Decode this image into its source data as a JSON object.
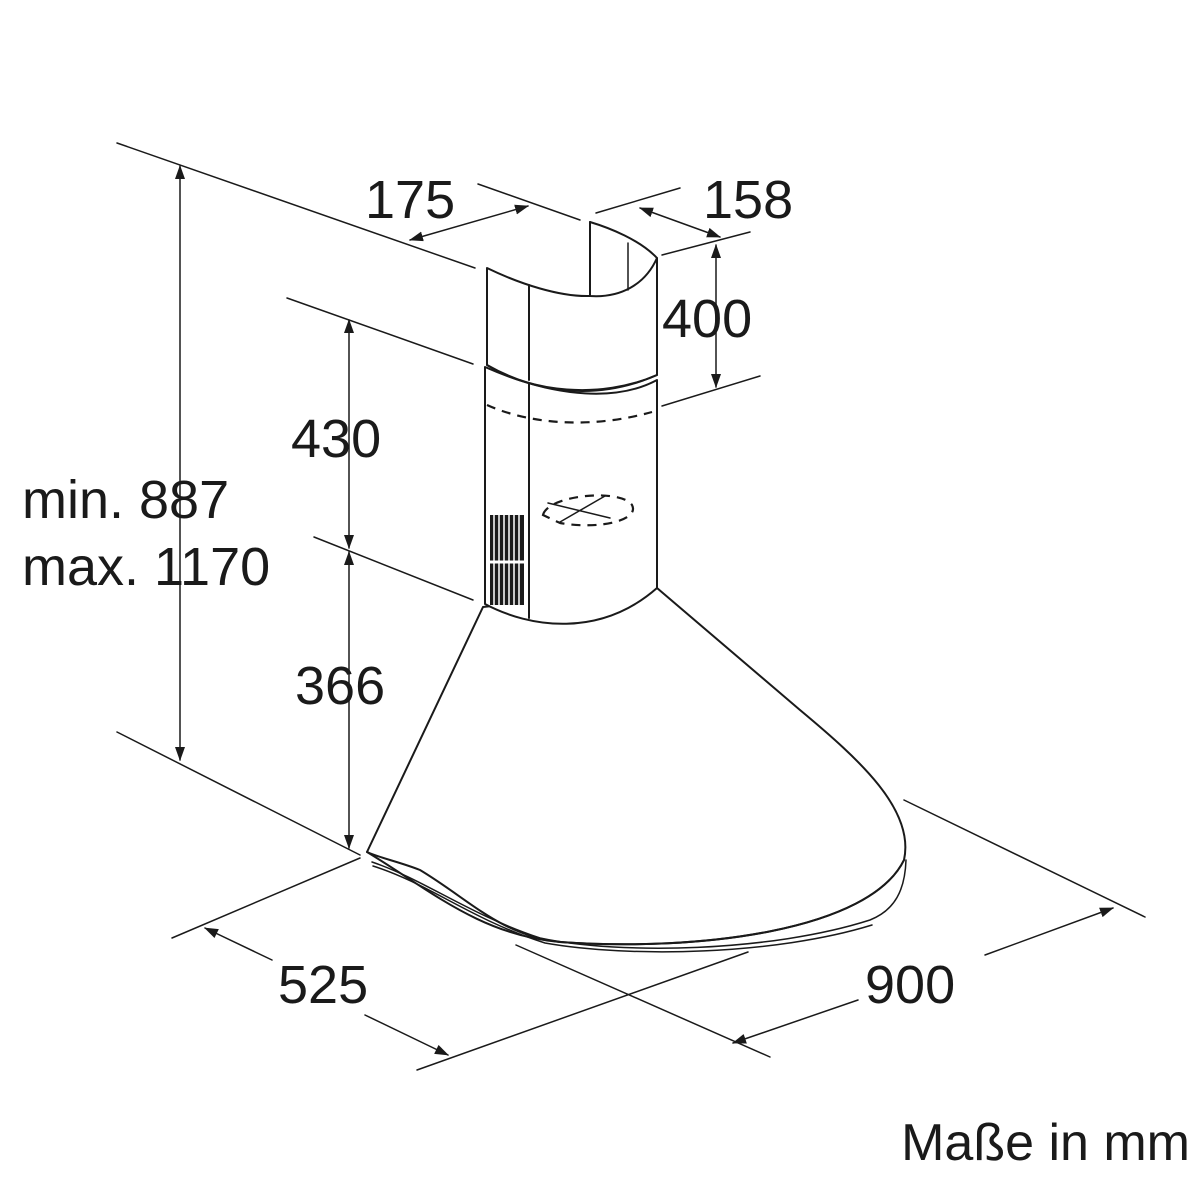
{
  "dimensions": {
    "chimney_front_width": "175",
    "chimney_depth": "158",
    "upper_chimney_overlap": "400",
    "lower_chimney_height": "430",
    "hood_body_height": "366",
    "total_height_min": "min. 887",
    "total_height_max": "max. 1170",
    "hood_depth": "525",
    "hood_width": "900"
  },
  "unit_note": "Maße in mm",
  "colors": {
    "line": "#1a1a1a",
    "background": "#ffffff"
  }
}
